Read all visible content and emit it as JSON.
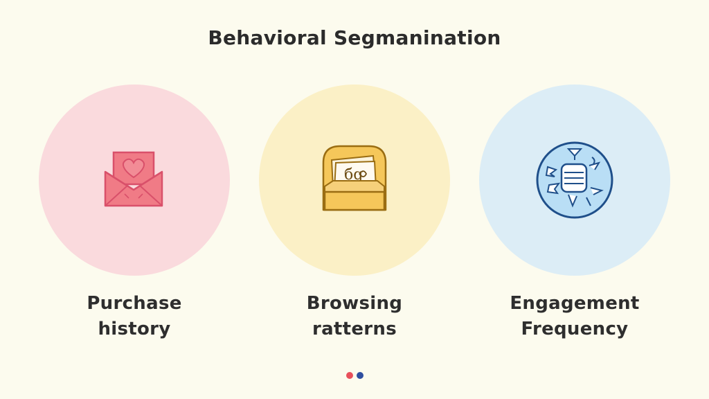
{
  "header": {
    "title": "Behavioral Segmanination"
  },
  "segments": [
    {
      "label_line1": "Purchase",
      "label_line2": "history",
      "icon": "heart-envelope-icon",
      "circle_color": "#fadadd",
      "icon_fill": "#f07b86",
      "icon_stroke": "#d9506a"
    },
    {
      "label_line1": "Browsing",
      "label_line2": "ratterns",
      "icon": "browsing-folder-icon",
      "circle_color": "#fbf0c6",
      "icon_fill": "#f5c75a",
      "icon_stroke": "#9a6d12"
    },
    {
      "label_line1": "Engagement",
      "label_line2": "Frequency",
      "icon": "engagement-globe-icon",
      "circle_color": "#dcedf6",
      "icon_fill": "#b9def5",
      "icon_stroke": "#1f4f8a"
    }
  ],
  "pager": {
    "dots": [
      "#e8505b",
      "#2f4fa0"
    ]
  }
}
